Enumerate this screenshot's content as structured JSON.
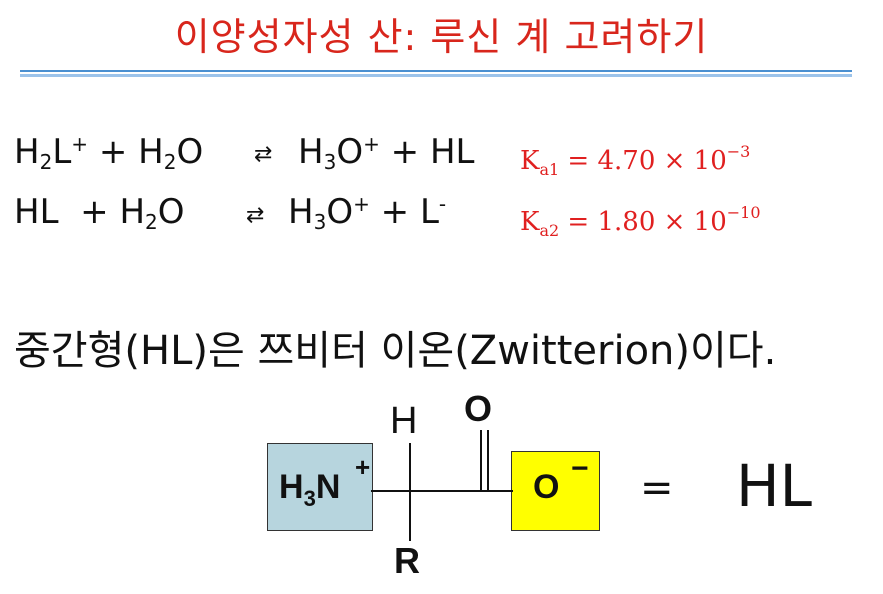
{
  "title": "이양성자성 산: 루신 계 고려하기",
  "equations": [
    {
      "reactant_1": "H",
      "reactant_1_sub": "2",
      "reactant_1_tail": "L",
      "reactant_1_charge": "+",
      "plus_1": "+",
      "water": "H",
      "water_sub": "2",
      "water_tail": "O",
      "arrow": "⇄",
      "product_1": "H",
      "product_1_sub": "3",
      "product_1_tail": "O",
      "product_1_charge": "+",
      "plus_2": "+",
      "product_2": "HL",
      "ka_symbol": "K",
      "ka_sub": "a1",
      "ka_value": "= 4.70 × 10",
      "ka_exp": "−3"
    },
    {
      "reactant_1": "HL",
      "plus_1": "+",
      "water": "H",
      "water_sub": "2",
      "water_tail": "O",
      "arrow": "⇄",
      "product_1": "H",
      "product_1_sub": "3",
      "product_1_tail": "O",
      "product_1_charge": "+",
      "plus_2": "+",
      "product_2": "L",
      "product_2_charge": "-",
      "ka_symbol": "K",
      "ka_sub": "a2",
      "ka_value": "= 1.80 × 10",
      "ka_exp": "−10"
    }
  ],
  "statement": "중간형(HL)은 쯔비터 이온(Zwitterion)이다.",
  "structure": {
    "amine_h": "H",
    "amine_sub": "3",
    "amine_n": "N",
    "amine_charge": "+",
    "top_h": "H",
    "carbonyl_o": "O",
    "bottom_r": "R",
    "carboxylate_o": "O",
    "carboxylate_charge": "−",
    "equals": "=",
    "label": "HL",
    "amine_box_color": "#b7d5de",
    "carboxylate_box_color": "#ffff00"
  },
  "colors": {
    "title": "#d8261c",
    "ka": "#e02020",
    "rule": "#4a8fd0"
  }
}
